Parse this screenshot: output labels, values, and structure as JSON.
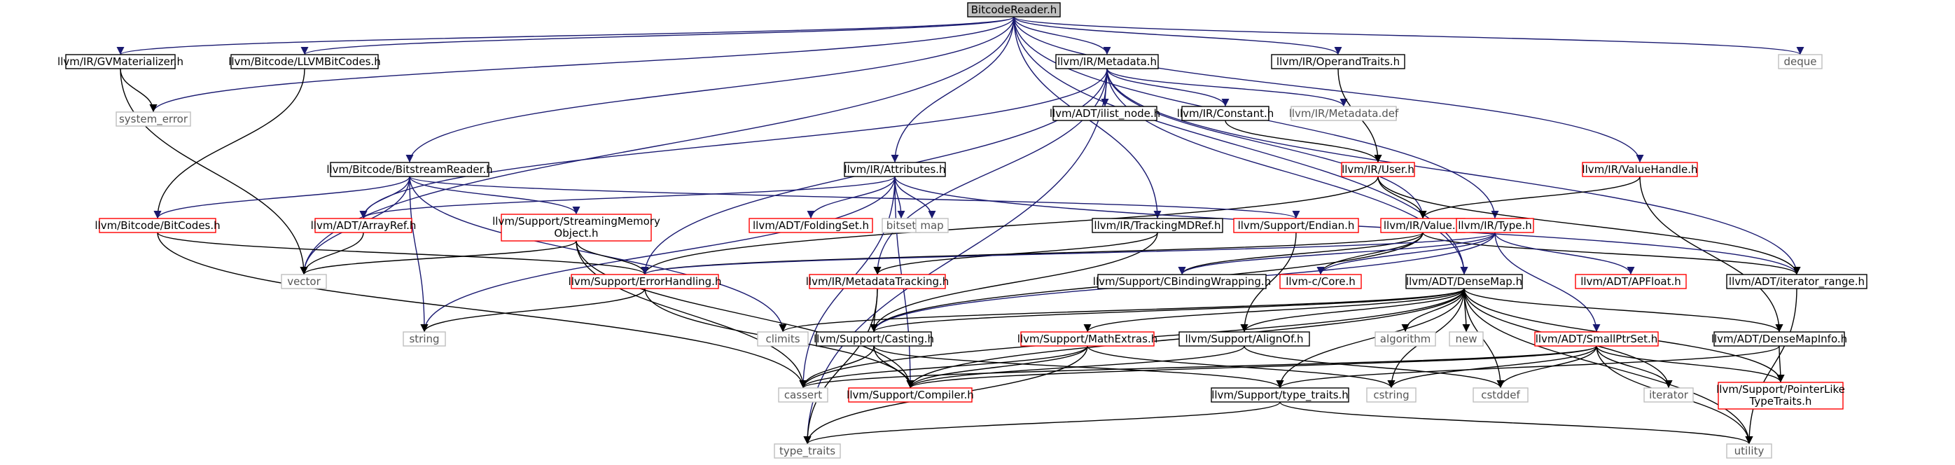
{
  "colors": {
    "black": "#000000",
    "red": "#ff0000",
    "gray": "#bfbfbf",
    "root_fill": "#bfbfbf",
    "edge_dark": "#191970",
    "edge_black": "#000000",
    "external_text": "#555555"
  },
  "nodes": [
    {
      "id": "root",
      "label": "BitcodeReader.h",
      "style": "root"
    },
    {
      "id": "gvmat",
      "label": "llvm/IR/GVMaterializer.h",
      "style": "black"
    },
    {
      "id": "llvmbitcodes",
      "label": "llvm/Bitcode/LLVMBitCodes.h",
      "style": "black"
    },
    {
      "id": "metadata",
      "label": "llvm/IR/Metadata.h",
      "style": "black"
    },
    {
      "id": "operandtraits",
      "label": "llvm/IR/OperandTraits.h",
      "style": "black"
    },
    {
      "id": "deque",
      "label": "deque",
      "style": "gray"
    },
    {
      "id": "system_error",
      "label": "system_error",
      "style": "gray"
    },
    {
      "id": "ilist_node",
      "label": "llvm/ADT/ilist_node.h",
      "style": "black"
    },
    {
      "id": "constant",
      "label": "llvm/IR/Constant.h",
      "style": "black"
    },
    {
      "id": "metadatadef",
      "label": "llvm/IR/Metadata.def",
      "style": "gray"
    },
    {
      "id": "user",
      "label": "llvm/IR/User.h",
      "style": "red"
    },
    {
      "id": "valuehandle",
      "label": "llvm/IR/ValueHandle.h",
      "style": "red"
    },
    {
      "id": "bitstreamreader",
      "label": "llvm/Bitcode/BitstreamReader.h",
      "style": "black"
    },
    {
      "id": "attributes",
      "label": "llvm/IR/Attributes.h",
      "style": "black"
    },
    {
      "id": "bitcodes",
      "label": "llvm/Bitcode/BitCodes.h",
      "style": "red"
    },
    {
      "id": "arrayref",
      "label": "llvm/ADT/ArrayRef.h",
      "style": "red"
    },
    {
      "id": "streamingmem",
      "label": "llvm/Support/StreamingMemory|Object.h",
      "style": "red"
    },
    {
      "id": "foldingset",
      "label": "llvm/ADT/FoldingSet.h",
      "style": "red"
    },
    {
      "id": "bitset",
      "label": "bitset",
      "style": "gray"
    },
    {
      "id": "map",
      "label": "map",
      "style": "gray"
    },
    {
      "id": "trackingmdref",
      "label": "llvm/IR/TrackingMDRef.h",
      "style": "black"
    },
    {
      "id": "endian",
      "label": "llvm/Support/Endian.h",
      "style": "red"
    },
    {
      "id": "value",
      "label": "llvm/IR/Value.h",
      "style": "red"
    },
    {
      "id": "type",
      "label": "llvm/IR/Type.h",
      "style": "red"
    },
    {
      "id": "vector",
      "label": "vector",
      "style": "gray"
    },
    {
      "id": "errorhandling",
      "label": "llvm/Support/ErrorHandling.h",
      "style": "red"
    },
    {
      "id": "metadatatracking",
      "label": "llvm/IR/MetadataTracking.h",
      "style": "red"
    },
    {
      "id": "cbinding",
      "label": "llvm/Support/CBindingWrapping.h",
      "style": "black"
    },
    {
      "id": "core",
      "label": "llvm-c/Core.h",
      "style": "red"
    },
    {
      "id": "densemap",
      "label": "llvm/ADT/DenseMap.h",
      "style": "black"
    },
    {
      "id": "apfloat",
      "label": "llvm/ADT/APFloat.h",
      "style": "red"
    },
    {
      "id": "iterator_range",
      "label": "llvm/ADT/iterator_range.h",
      "style": "black"
    },
    {
      "id": "string",
      "label": "string",
      "style": "gray"
    },
    {
      "id": "climits",
      "label": "climits",
      "style": "gray"
    },
    {
      "id": "casting",
      "label": "llvm/Support/Casting.h",
      "style": "black"
    },
    {
      "id": "mathextras",
      "label": "llvm/Support/MathExtras.h",
      "style": "red"
    },
    {
      "id": "alignof",
      "label": "llvm/Support/AlignOf.h",
      "style": "black"
    },
    {
      "id": "algorithm",
      "label": "algorithm",
      "style": "gray"
    },
    {
      "id": "new",
      "label": "new",
      "style": "gray"
    },
    {
      "id": "smallptrset",
      "label": "llvm/ADT/SmallPtrSet.h",
      "style": "red"
    },
    {
      "id": "densemapinfo",
      "label": "llvm/ADT/DenseMapInfo.h",
      "style": "black"
    },
    {
      "id": "cassert",
      "label": "cassert",
      "style": "gray"
    },
    {
      "id": "compiler",
      "label": "llvm/Support/Compiler.h",
      "style": "red"
    },
    {
      "id": "cstring",
      "label": "cstring",
      "style": "gray"
    },
    {
      "id": "cstddef",
      "label": "cstddef",
      "style": "gray"
    },
    {
      "id": "iterator",
      "label": "iterator",
      "style": "gray"
    },
    {
      "id": "pointerlike",
      "label": "llvm/Support/PointerLike|TypeTraits.h",
      "style": "red"
    },
    {
      "id": "type_traits_llvm",
      "label": "llvm/Support/type_traits.h",
      "style": "black"
    },
    {
      "id": "type_traits",
      "label": "type_traits",
      "style": "gray"
    },
    {
      "id": "utility",
      "label": "utility",
      "style": "gray"
    }
  ],
  "edges": [
    [
      "root",
      "gvmat"
    ],
    [
      "root",
      "llvmbitcodes"
    ],
    [
      "root",
      "metadata"
    ],
    [
      "root",
      "operandtraits"
    ],
    [
      "root",
      "deque"
    ],
    [
      "root",
      "system_error"
    ],
    [
      "root",
      "bitstreamreader"
    ],
    [
      "root",
      "attributes"
    ],
    [
      "root",
      "valuehandle"
    ],
    [
      "root",
      "type"
    ],
    [
      "root",
      "vector"
    ],
    [
      "root",
      "densemap"
    ],
    [
      "root",
      "trackingmdref"
    ],
    [
      "gvmat",
      "system_error"
    ],
    [
      "gvmat",
      "vector"
    ],
    [
      "llvmbitcodes",
      "bitcodes"
    ],
    [
      "metadata",
      "ilist_node"
    ],
    [
      "metadata",
      "constant"
    ],
    [
      "metadata",
      "metadatadef"
    ],
    [
      "metadata",
      "arrayref"
    ],
    [
      "metadata",
      "value"
    ],
    [
      "metadata",
      "densemap"
    ],
    [
      "metadata",
      "iterator_range"
    ],
    [
      "metadata",
      "errorhandling"
    ],
    [
      "metadata",
      "metadatatracking"
    ],
    [
      "metadata",
      "type_traits"
    ],
    [
      "operandtraits",
      "user"
    ],
    [
      "constant",
      "user"
    ],
    [
      "user",
      "value"
    ],
    [
      "user",
      "iterator_range"
    ],
    [
      "user",
      "errorhandling"
    ],
    [
      "valuehandle",
      "value"
    ],
    [
      "valuehandle",
      "densemapinfo"
    ],
    [
      "bitstreamreader",
      "bitcodes"
    ],
    [
      "bitstreamreader",
      "arrayref"
    ],
    [
      "bitstreamreader",
      "streamingmem"
    ],
    [
      "bitstreamreader",
      "vector"
    ],
    [
      "bitstreamreader",
      "string"
    ],
    [
      "bitstreamreader",
      "climits"
    ],
    [
      "bitstreamreader",
      "endian"
    ],
    [
      "attributes",
      "arrayref"
    ],
    [
      "attributes",
      "foldingset"
    ],
    [
      "attributes",
      "bitset"
    ],
    [
      "attributes",
      "map"
    ],
    [
      "attributes",
      "string"
    ],
    [
      "attributes",
      "cassert"
    ],
    [
      "attributes",
      "compiler"
    ],
    [
      "attributes",
      "iterator_range"
    ],
    [
      "bitcodes",
      "errorhandling"
    ],
    [
      "bitcodes",
      "cassert"
    ],
    [
      "arrayref",
      "vector"
    ],
    [
      "streamingmem",
      "errorhandling"
    ],
    [
      "streamingmem",
      "vector"
    ],
    [
      "streamingmem",
      "compiler"
    ],
    [
      "streamingmem",
      "cassert"
    ],
    [
      "trackingmdref",
      "metadatatracking"
    ],
    [
      "trackingmdref",
      "casting"
    ],
    [
      "endian",
      "alignof"
    ],
    [
      "value",
      "cbinding"
    ],
    [
      "value",
      "core"
    ],
    [
      "value",
      "errorhandling"
    ],
    [
      "value",
      "casting"
    ],
    [
      "value",
      "iterator_range"
    ],
    [
      "type",
      "apfloat"
    ],
    [
      "type",
      "smallptrset"
    ],
    [
      "type",
      "cbinding"
    ],
    [
      "type",
      "core"
    ],
    [
      "type",
      "errorhandling"
    ],
    [
      "type",
      "casting"
    ],
    [
      "errorhandling",
      "string"
    ],
    [
      "errorhandling",
      "compiler"
    ],
    [
      "metadatatracking",
      "casting"
    ],
    [
      "metadatatracking",
      "type_traits"
    ],
    [
      "densemap",
      "mathextras"
    ],
    [
      "densemap",
      "alignof"
    ],
    [
      "densemap",
      "algorithm"
    ],
    [
      "densemap",
      "new"
    ],
    [
      "densemap",
      "cstddef"
    ],
    [
      "densemap",
      "iterator"
    ],
    [
      "densemap",
      "utility"
    ],
    [
      "densemap",
      "type_traits_llvm"
    ],
    [
      "densemap",
      "densemapinfo"
    ],
    [
      "densemap",
      "pointerlike"
    ],
    [
      "densemap",
      "climits"
    ],
    [
      "densemap",
      "cassert"
    ],
    [
      "densemap",
      "casting"
    ],
    [
      "densemap",
      "compiler"
    ],
    [
      "densemap",
      "cstring"
    ],
    [
      "iterator_range",
      "utility"
    ],
    [
      "casting",
      "cassert"
    ],
    [
      "casting",
      "compiler"
    ],
    [
      "casting",
      "type_traits_llvm"
    ],
    [
      "mathextras",
      "compiler"
    ],
    [
      "mathextras",
      "cstring"
    ],
    [
      "mathextras",
      "type_traits"
    ],
    [
      "mathextras",
      "cassert"
    ],
    [
      "alignof",
      "compiler"
    ],
    [
      "alignof",
      "cstddef"
    ],
    [
      "smallptrset",
      "compiler"
    ],
    [
      "smallptrset",
      "pointerlike"
    ],
    [
      "smallptrset",
      "cassert"
    ],
    [
      "smallptrset",
      "cstddef"
    ],
    [
      "smallptrset",
      "cstring"
    ],
    [
      "smallptrset",
      "iterator"
    ],
    [
      "smallptrset",
      "utility"
    ],
    [
      "densemapinfo",
      "pointerlike"
    ],
    [
      "densemapinfo",
      "type_traits_llvm"
    ],
    [
      "type_traits_llvm",
      "type_traits"
    ],
    [
      "type_traits_llvm",
      "utility"
    ]
  ]
}
